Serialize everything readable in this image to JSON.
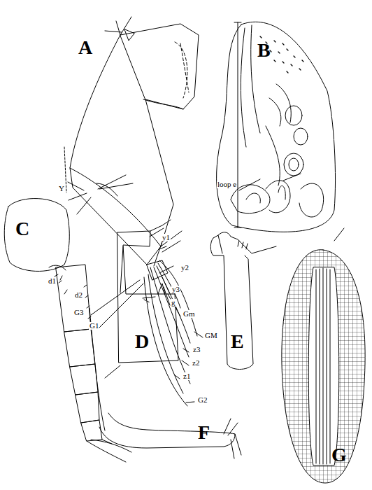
{
  "diagram": {
    "labels": [
      "A",
      "Y",
      "y1",
      "y2",
      "y3",
      "g",
      "Gm",
      "GM",
      "G3",
      "G1",
      "z3",
      "z2",
      "z1",
      "G2",
      "B",
      "loop e",
      "C",
      "d1",
      "d2",
      "D",
      "E",
      "F",
      "G"
    ]
  }
}
